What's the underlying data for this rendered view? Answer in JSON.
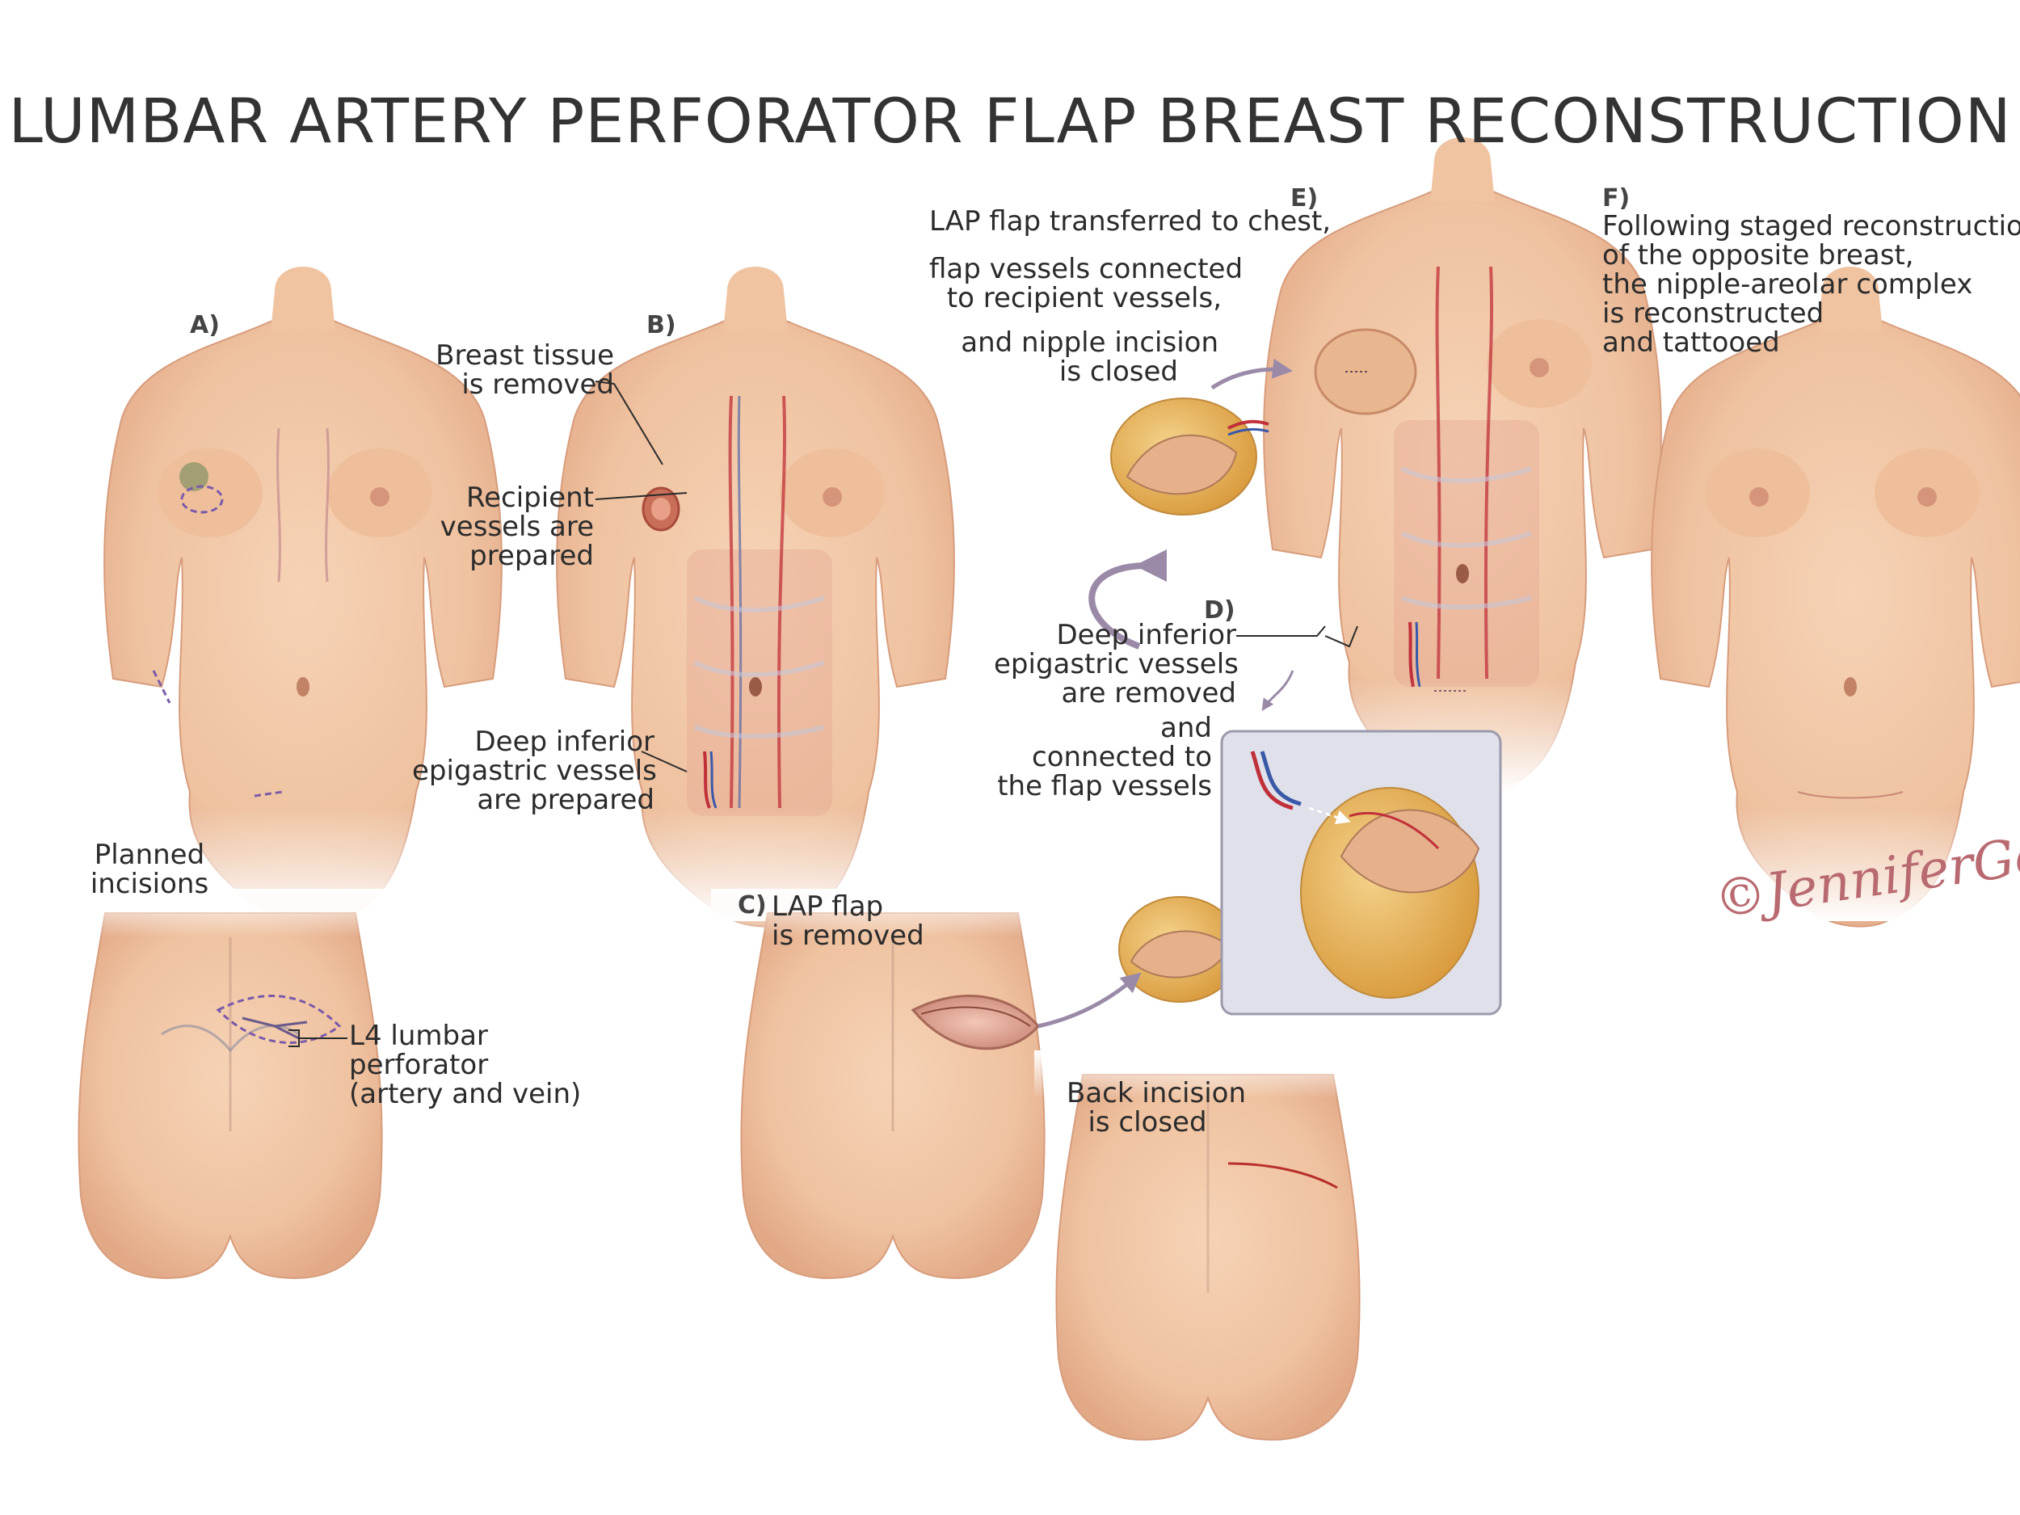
{
  "title": "LUMBAR ARTERY PERFORATOR FLAP BREAST RECONSTRUCTION",
  "panels": {
    "a": "A)",
    "b": "B)",
    "c": "C)",
    "d": "D)",
    "e": "E)",
    "f": "F)"
  },
  "labels": {
    "planned_1": "Planned",
    "planned_2": "incisions",
    "l4_1": "L4 lumbar",
    "l4_2": "perforator",
    "l4_3": "(artery and vein)",
    "breast_1": "Breast tissue",
    "breast_2": "is removed",
    "recip_1": "Recipient",
    "recip_2": "vessels are",
    "recip_3": "prepared",
    "deepb_1": "Deep inferior",
    "deepb_2": "epigastric vessels",
    "deepb_3": "are prepared",
    "lapc_1": "LAP flap",
    "lapc_2": "is removed",
    "back_1": "Back incision",
    "back_2": "is closed",
    "deepd_1": "Deep inferior",
    "deepd_2": "epigastric vessels",
    "deepd_3": "are removed",
    "and_1": "and",
    "and_2": "connected to",
    "and_3": "the flap vessels",
    "e_1": "LAP flap transferred to chest,",
    "e_2": "flap vessels connected",
    "e_3": "to recipient vessels,",
    "e_4": "and nipple incision",
    "e_5": "is closed",
    "f_1": "Following staged reconstruction",
    "f_2": "of the opposite breast,",
    "f_3": "the nipple-areolar complex",
    "f_4": "is reconstructed",
    "f_5": "and tattooed"
  },
  "signature": "©JenniferGentry",
  "colors": {
    "skin": "#f1c7a6",
    "skin_shade": "#dca07f",
    "flap_fat": "#e9b85a",
    "artery": "#c0303a",
    "vein": "#3a58a8",
    "incision": "#7a5aa8",
    "arrow": "#9a8aa8",
    "inset_bg": "#dfe0ea"
  }
}
